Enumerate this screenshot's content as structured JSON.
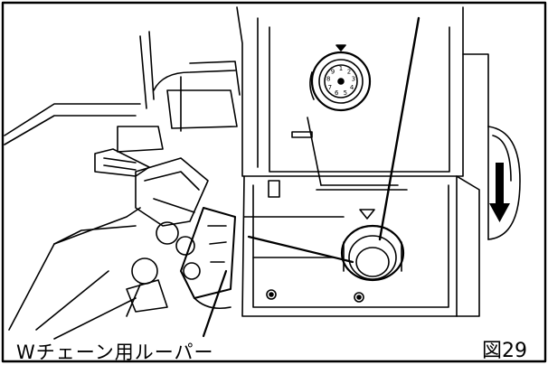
{
  "callout_label": "Wチェーン用ルーパー",
  "figure_number": "図29",
  "colors": {
    "ink": "#000000",
    "paper": "#ffffff",
    "shade": "#d8d8d8"
  },
  "dial_digits": [
    "1",
    "2",
    "3",
    "4",
    "5",
    "6",
    "7",
    "8",
    "9"
  ],
  "icons": {
    "rotation_arrow": "down-arrow-icon"
  }
}
